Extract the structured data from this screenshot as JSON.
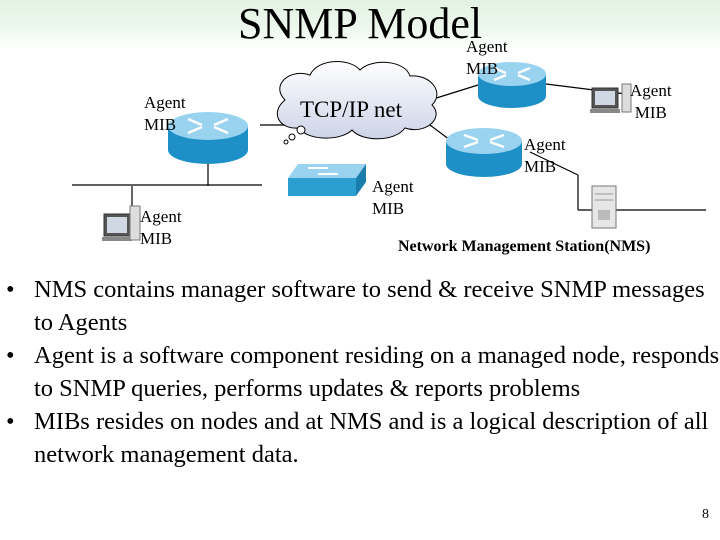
{
  "slide": {
    "title": "SNMP Model",
    "page_number": "8"
  },
  "diagram": {
    "labels": {
      "agent_mib_top_line1": "Agent",
      "agent_mib_top_line2": "MIB",
      "agent_mib_right_line1": "Agent",
      "agent_mib_right_line2": "MIB",
      "agent_mib_left_router_line1": "Agent",
      "agent_mib_left_router_line2": "MIB",
      "agent_mib_pc_line1": "Agent",
      "agent_mib_pc_line2": "MIB",
      "agent_mib_switch_line1": "Agent",
      "agent_mib_switch_line2": "MIB",
      "agent_mib_mid_router_line1": "Agent",
      "agent_mib_mid_router_line2": "MIB",
      "cloud": "TCP/IP net",
      "nms": "Network Management Station(NMS)"
    },
    "colors": {
      "router": "#1f8fc8",
      "router_top": "#9ad3f0",
      "switch": "#2a9fd0"
    }
  },
  "bullets": [
    {
      "marker": "•",
      "text": "NMS contains manager software to send & receive SNMP messages to Agents"
    },
    {
      "marker": "•",
      "text": "Agent is a software component residing on a managed node, responds to SNMP queries, performs updates & reports problems"
    },
    {
      "marker": "•",
      "text": "MIBs resides on nodes and at NMS and is a logical description of all network management data."
    }
  ]
}
